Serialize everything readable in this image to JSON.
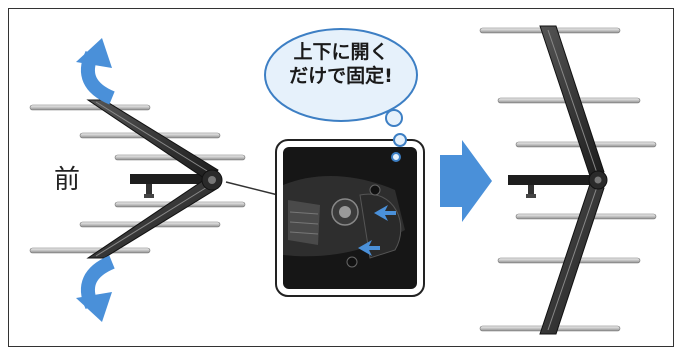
{
  "diagram": {
    "front_label": "前",
    "callout_line1": "上下に開く",
    "callout_line2": "だけで固定!",
    "colors": {
      "arrow_blue": "#4a90d9",
      "bubble_fill": "#e6f1fb",
      "bubble_stroke": "#3d7fc4",
      "frame": "#333333",
      "antenna_dark": "#1e1e1e",
      "element_grey": "#b9b9b9"
    },
    "icons": [
      "curved-arrow-up-icon",
      "curved-arrow-down-icon",
      "right-arrow-icon",
      "thought-bubble-icon"
    ]
  }
}
